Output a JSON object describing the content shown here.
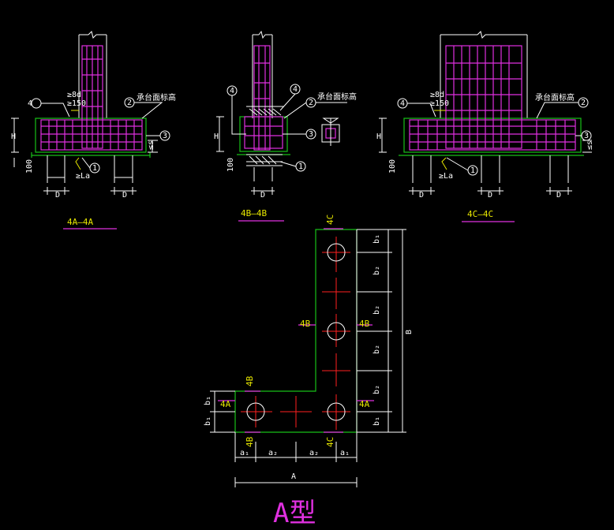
{
  "sections": {
    "s4a": {
      "title": "4A—4A",
      "height_label": "H",
      "d_label": "D",
      "cover_label": "100",
      "anchor_label": "≥La",
      "note_top": "≥8d",
      "note_spacing": "≥150",
      "top_label": "承台面标高",
      "tag1": "1",
      "tag2": "2",
      "tag3": "3",
      "tag4": "4",
      "s_label": "≤s"
    },
    "s4b": {
      "title": "4B—4B",
      "height_label": "H",
      "d_label": "D",
      "cover_label": "100",
      "top_label": "承台面标高",
      "tag1": "1",
      "tag2": "2",
      "tag3": "3",
      "tag4a": "4",
      "tag4b": "4"
    },
    "s4c": {
      "title": "4C—4C",
      "height_label": "H",
      "d_label": "D",
      "cover_label": "100",
      "anchor_label": "≥La",
      "note_top": "≥8d",
      "note_spacing": "≥150",
      "top_label": "承台面标高",
      "tag1": "1",
      "tag2": "2",
      "tag3": "3",
      "tag4": "4",
      "s_label": "≤s"
    }
  },
  "plan": {
    "section_marks": {
      "a_left": "4A",
      "a_right": "4A",
      "b_top": "4B",
      "b_left": "4B",
      "b_right": "4B",
      "b_bottom": "4B",
      "c_top": "4C",
      "c_bottom": "4C"
    },
    "dims_right": [
      "b₁",
      "b₂",
      "b₂",
      "b₂",
      "b₂",
      "b₁"
    ],
    "overall_b": "B",
    "dims_left": [
      "b₁",
      "b₁"
    ],
    "dims_bottom": [
      "a₁",
      "a₂",
      "a₂",
      "a₁"
    ],
    "overall_a": "A"
  },
  "type_title": "A型",
  "colors": {
    "background": "#000000",
    "concrete": "#18c018",
    "rebar": "#e030e0",
    "pile": "#ffffff",
    "centerline": "#ff2020",
    "title": "#e6e600"
  }
}
